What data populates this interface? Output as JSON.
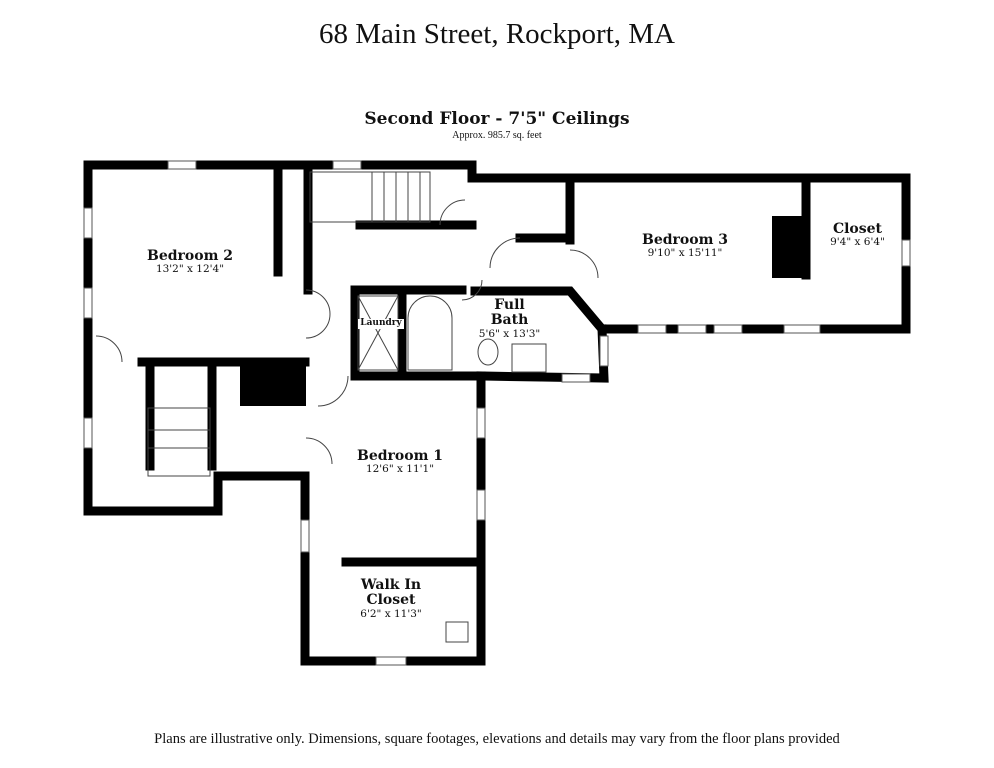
{
  "title": "68 Main Street, Rockport, MA",
  "floor": {
    "name": "Second Floor - 7'5\" Ceilings",
    "area": "Approx. 985.7 sq. feet"
  },
  "rooms": [
    {
      "name": "Bedroom 2",
      "dims": "13'2\" x 12'4\""
    },
    {
      "name": "Bedroom 3",
      "dims": "9'10\" x 15'11\""
    },
    {
      "name": "Closet",
      "dims": "9'4\" x 6'4\""
    },
    {
      "name": "Full Bath",
      "dims": "5'6\" x 13'3\""
    },
    {
      "name": "Bedroom 1",
      "dims": "12'6\" x 11'1\""
    },
    {
      "name": "Walk In Closet",
      "dims": "6'2\" x 11'3\""
    }
  ],
  "laundry": "Laundry",
  "disclaimer": "Plans are illustrative only. Dimensions, square footages, elevations and details may vary from the floor plans provided"
}
